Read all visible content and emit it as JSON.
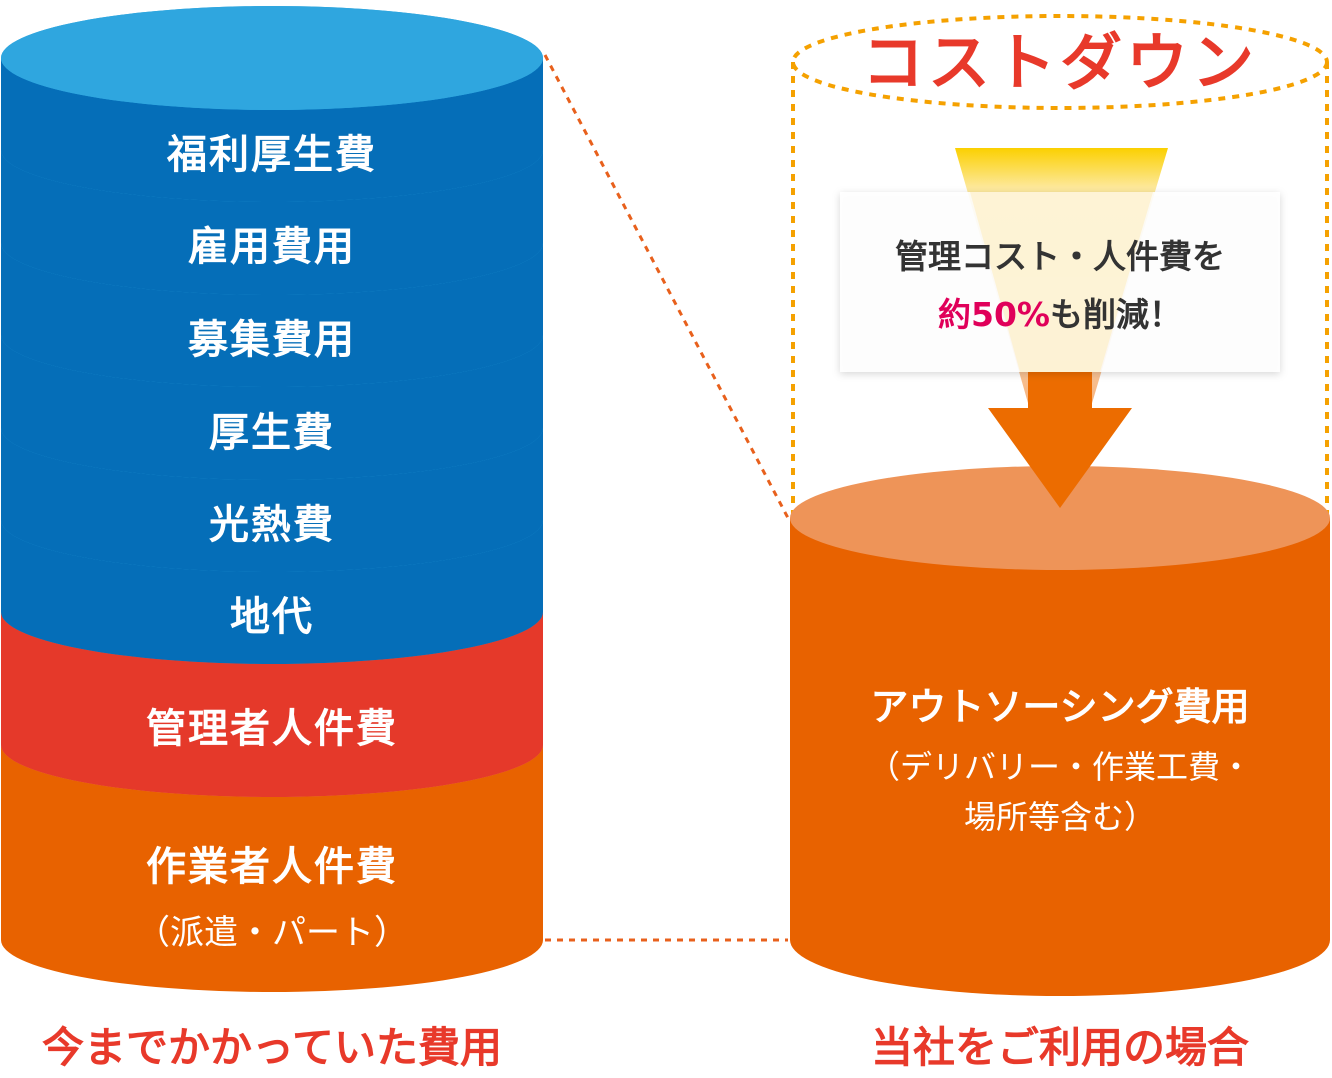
{
  "colors": {
    "blue_side": "#056eb8",
    "blue_top": "#2fa6df",
    "red_side": "#e5392a",
    "red_top": "#ec6a5a",
    "orange_side": "#e86200",
    "orange_top": "#ee9458",
    "dotted_line": "#e8601c",
    "dotted_outline": "#f5a100",
    "funnel_yellow": "#fbd000",
    "headline_red": "#e8392a",
    "accent_pink": "#e0005a",
    "caption_red": "#e8392a"
  },
  "left_stack": {
    "layers": [
      {
        "label": "福利厚生費",
        "group": "blue"
      },
      {
        "label": "雇用費用",
        "group": "blue"
      },
      {
        "label": "募集費用",
        "group": "blue"
      },
      {
        "label": "厚生費",
        "group": "blue"
      },
      {
        "label": "光熱費",
        "group": "blue"
      },
      {
        "label": "地代",
        "group": "blue"
      },
      {
        "label": "管理者人件費",
        "group": "red"
      },
      {
        "label": "作業者人件費",
        "sublabel": "（派遣・パート）",
        "group": "orange"
      }
    ],
    "caption": "今までかかっていた費用"
  },
  "right_stack": {
    "headline": "コストダウン",
    "callout": {
      "line1": "管理コスト・人件費を",
      "line2_accent": "約50%",
      "line2_rest": "も削減！"
    },
    "title": "アウトソーシング費用",
    "sub1": "（デリバリー・作業工費・",
    "sub2": "場所等含む）",
    "caption": "当社をご利用の場合"
  }
}
